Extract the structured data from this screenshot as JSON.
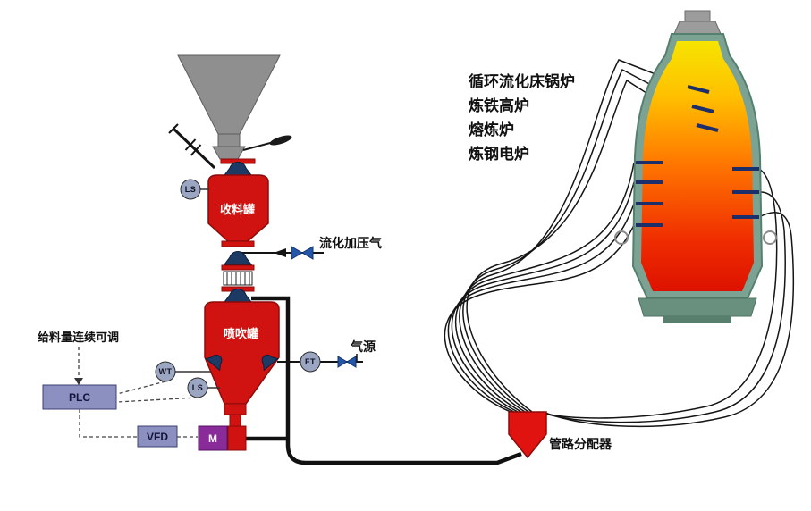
{
  "system": {
    "receiving_tank_label": "收料罐",
    "injection_tank_label": "喷吹罐",
    "fluidization_gas_label": "流化加压气",
    "gas_source_label": "气源",
    "feed_note_label": "给料量连续可调",
    "distributor_label": "管路分配器"
  },
  "instruments": {
    "ls_top": "LS",
    "ls_bottom": "LS",
    "wt": "WT",
    "ft": "FT"
  },
  "control": {
    "plc": "PLC",
    "vfd": "VFD",
    "motor": "M"
  },
  "applications": {
    "items": [
      "循环流化床锅炉",
      "炼铁高炉",
      "熔炼炉",
      "炼钢电炉"
    ]
  },
  "colors": {
    "vessel_red": "#d01310",
    "valve_navy": "#1c3a63",
    "tuyere_navy": "#1c2f6b",
    "instrument_fill": "#9aa6c2",
    "control_box_fill": "#8b90c0",
    "motor_purple": "#8a2b9a",
    "furnace_teal": "#7ca293",
    "flame_yellow": "#f6e400",
    "flame_orange": "#ff7400",
    "flame_red": "#dd1200",
    "hopper_gray": "#8f8f8f",
    "gas_valve_blue": "#2457a8"
  }
}
